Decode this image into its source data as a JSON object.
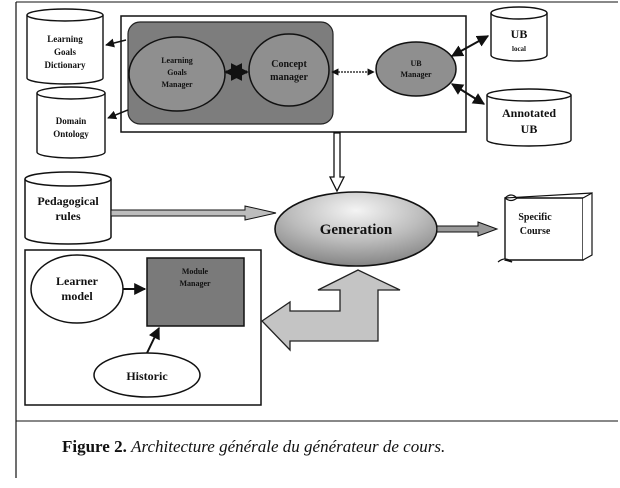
{
  "nodes": {
    "lg_dictionary": "Learning Goals Dictionary",
    "domain_ontology": "Domain Ontology",
    "lg_manager": "Learning Goals Manager",
    "concept_manager": "Concept manager",
    "ub_manager": "UB Manager",
    "ub_local_title": "UB",
    "ub_local_sub": "local",
    "annotated_ub": "Annotated UB",
    "pedagogical_rules": "Pedagogical rules",
    "generation": "Generation",
    "specific_course": "Specific Course",
    "learner_model": "Learner model",
    "module_manager": "Module Manager",
    "historic": "Historic"
  },
  "caption": {
    "label": "Figure 2.",
    "text": "Architecture générale du générateur de cours."
  },
  "colors": {
    "ink": "#111111",
    "panel_fill": "#7d7d7d",
    "ellipse_fill": "#8f8f8f",
    "generation_fill_light": "#f2f2f2",
    "generation_fill_dark": "#8a8a8a",
    "block_arrow": "#bdbdbd"
  }
}
